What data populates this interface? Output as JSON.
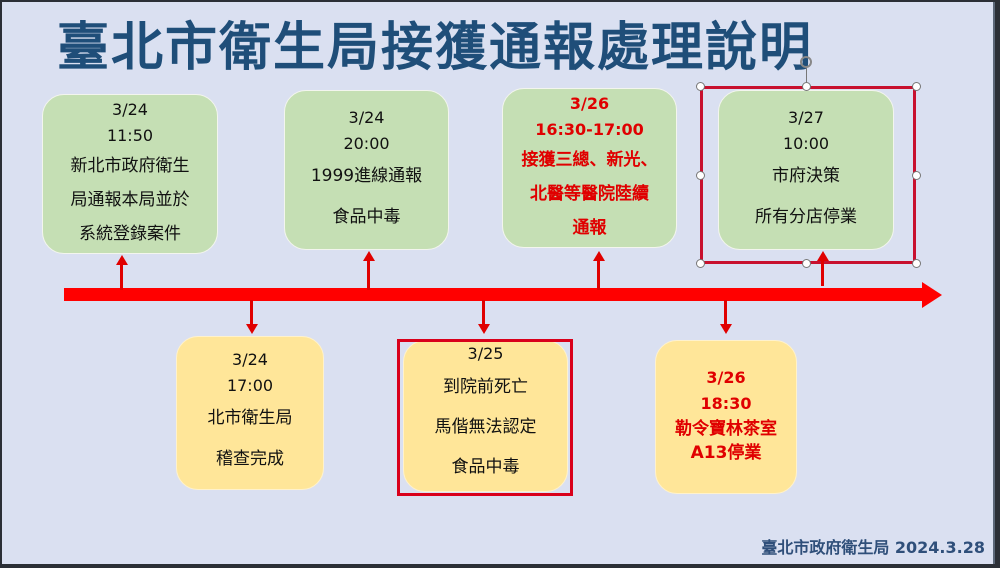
{
  "slide": {
    "title": "臺北市衛生局接獲通報處理說明",
    "footer": "臺北市政府衛生局 2024.3.28",
    "colors": {
      "background": "#dae0f1",
      "title": "#1f4e79",
      "timeline": "#ff0000",
      "card_green": "#c5dfb4",
      "card_yellow": "#ffe699",
      "highlight_text": "#e00000"
    }
  },
  "events_above": [
    {
      "date": "3/24",
      "time": "11:50",
      "lines": [
        "新北市政府衛生",
        "局通報本局並於",
        "系統登錄案件"
      ],
      "highlighted": false
    },
    {
      "date": "3/24",
      "time": "20:00",
      "lines": [
        "1999進線通報",
        "食品中毒"
      ],
      "highlighted": false
    },
    {
      "date": "3/26",
      "time": "16:30-17:00",
      "lines": [
        "接獲三總、新光、",
        "北醫等醫院陸續",
        "通報"
      ],
      "highlighted": true
    },
    {
      "date": "3/27",
      "time": "10:00",
      "lines": [
        "市府決策",
        "所有分店停業"
      ],
      "highlighted": false,
      "selected": true
    }
  ],
  "events_below": [
    {
      "date": "3/24",
      "time": "17:00",
      "lines": [
        "北市衛生局",
        "稽查完成"
      ],
      "highlighted": false
    },
    {
      "date": "3/25",
      "time": "",
      "lines": [
        "到院前死亡",
        "馬偕無法認定",
        "食品中毒"
      ],
      "highlighted": false,
      "boxed": true
    },
    {
      "date": "3/26",
      "time": "18:30",
      "lines": [
        "勒令寶林茶室",
        "A13停業"
      ],
      "highlighted": true
    }
  ]
}
